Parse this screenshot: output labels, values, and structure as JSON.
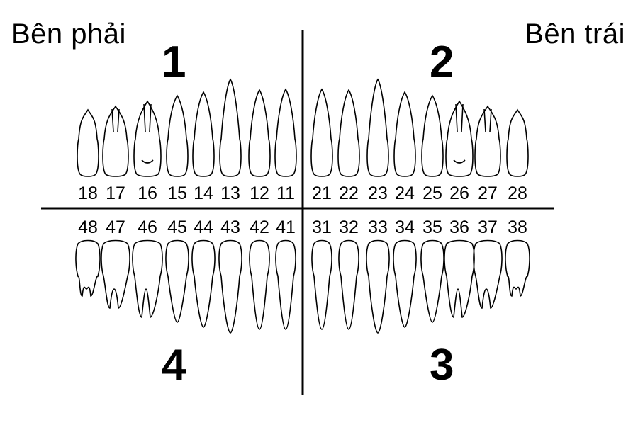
{
  "labels": {
    "right_side": "Bên phải",
    "left_side": "Bên trái"
  },
  "quadrants": {
    "q1": "1",
    "q2": "2",
    "q3": "3",
    "q4": "4"
  },
  "teeth": {
    "upper": [
      "18",
      "17",
      "16",
      "15",
      "14",
      "13",
      "12",
      "11",
      "21",
      "22",
      "23",
      "24",
      "25",
      "26",
      "27",
      "28"
    ],
    "lower": [
      "48",
      "47",
      "46",
      "45",
      "44",
      "43",
      "42",
      "41",
      "31",
      "32",
      "33",
      "34",
      "35",
      "36",
      "37",
      "38"
    ]
  }
}
